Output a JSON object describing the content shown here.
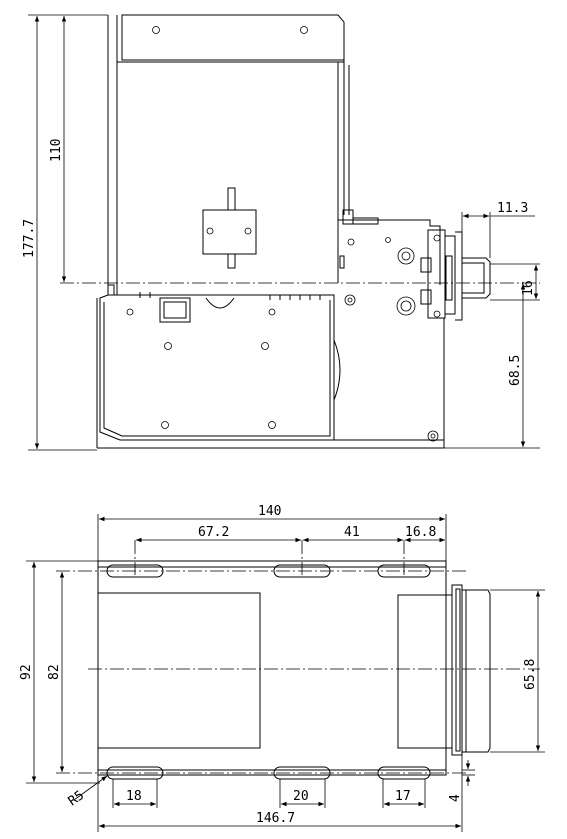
{
  "top_view": {
    "dim_overall_height": "177.7",
    "dim_upper_height": "110",
    "dim_right_height": "68.5",
    "dim_bezel_depth": "11.3",
    "dim_slot_height": "16"
  },
  "bottom_view": {
    "dim_overall_width": "140",
    "dim_spacing_a": "67.2",
    "dim_spacing_b": "41",
    "dim_spacing_c": "16.8",
    "dim_total_depth": "92",
    "dim_slot_span": "82",
    "dim_bezel_width": "65.8",
    "dim_slot_a": "18",
    "dim_slot_b": "20",
    "dim_slot_c": "17",
    "dim_full_width": "146.7",
    "dim_offset": "4",
    "dim_radius": "R5"
  }
}
